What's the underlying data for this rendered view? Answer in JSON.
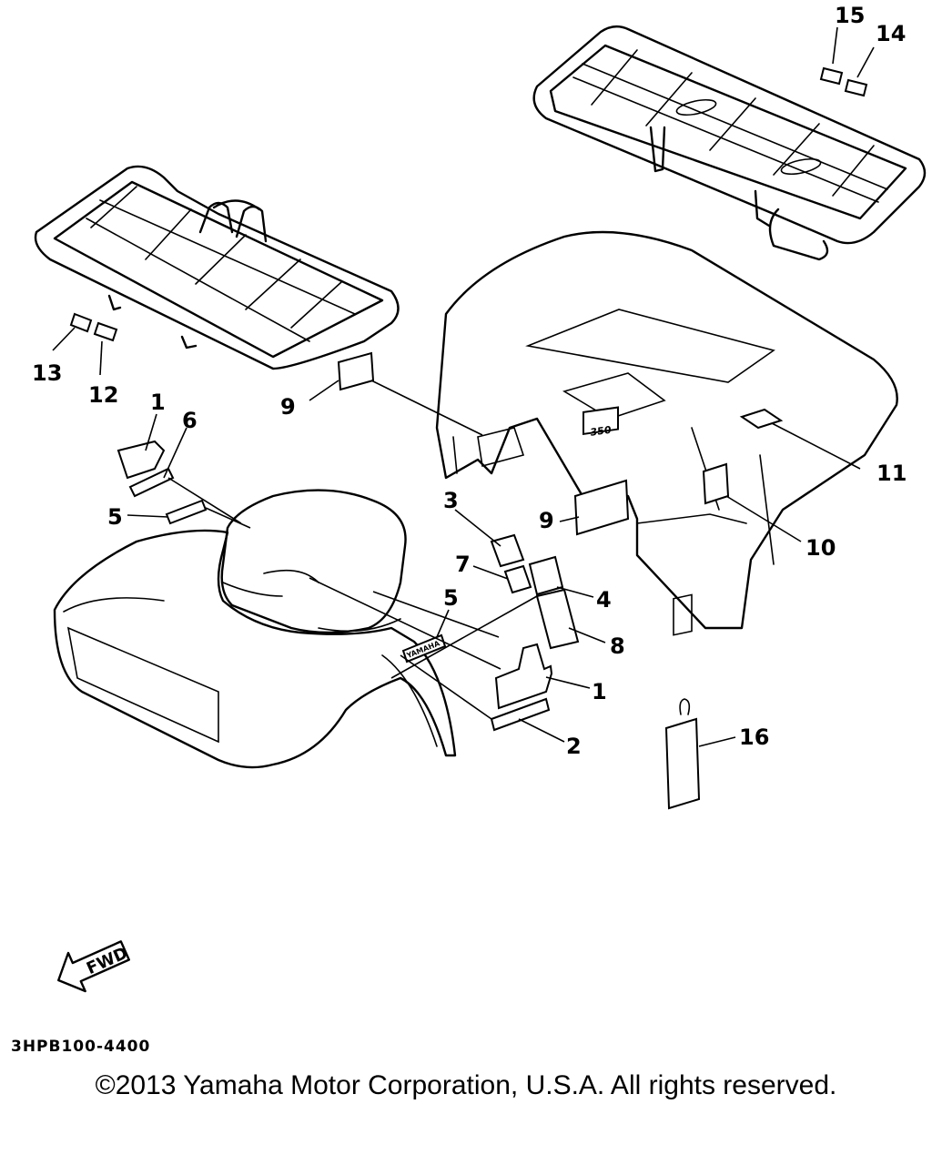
{
  "callouts": {
    "c15": "15",
    "c14": "14",
    "c13": "13",
    "c12": "12",
    "c1a": "1",
    "c6": "6",
    "c9a": "9",
    "c11": "11",
    "c5a": "5",
    "c3": "3",
    "c9b": "9",
    "c10": "10",
    "c7": "7",
    "c4": "4",
    "c5b": "5",
    "c8": "8",
    "c1b": "1",
    "c2": "2",
    "c16": "16"
  },
  "decals": {
    "model_badge": "350",
    "brand_stripe": "YAMAHA"
  },
  "fwd_arrow": "FWD",
  "ref_code": "3HPB100-4400",
  "copyright": "©2013 Yamaha Motor Corporation, U.S.A. All rights reserved."
}
